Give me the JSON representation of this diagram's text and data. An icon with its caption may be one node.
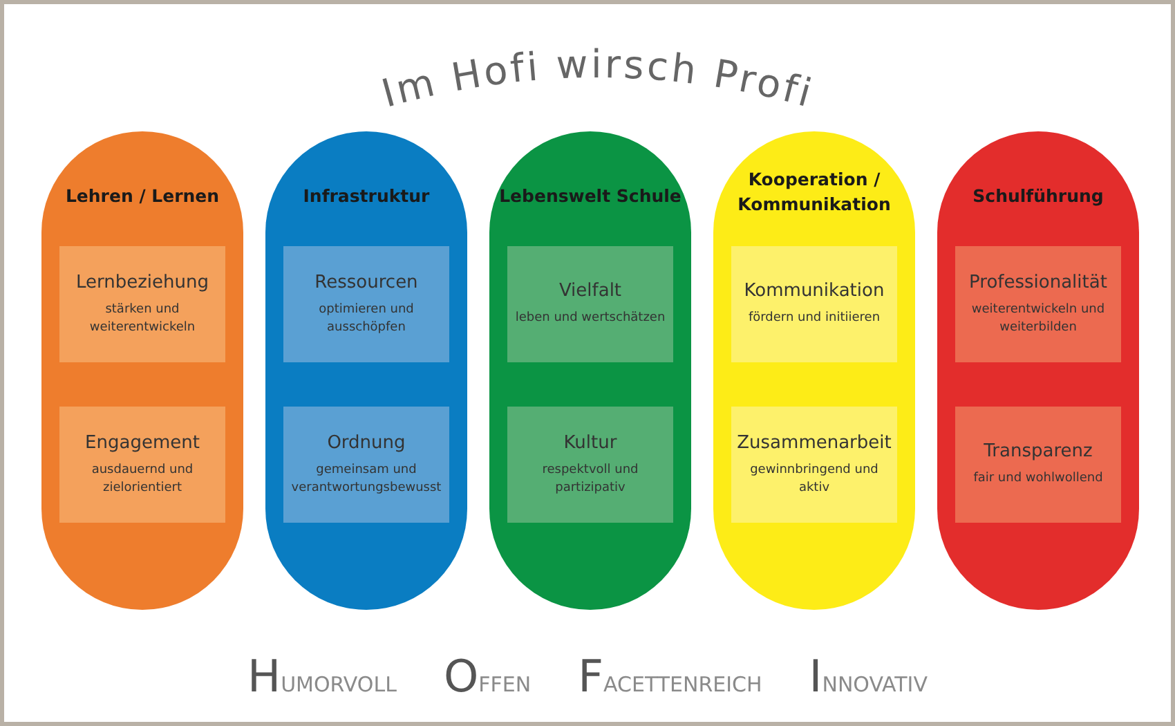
{
  "diagram": {
    "title": "Im Hofi wirsch Profi",
    "nodes": [
      {
        "text": [
          "Lehren / Lernen"
        ]
      },
      {
        "text": [
          "Lernbeziehung",
          "stärken und weiterentwickeln"
        ],
        "in": 0
      },
      {
        "text": [
          "Engagement",
          "ausdauernd und zielorientiert"
        ],
        "in": 0
      },
      {
        "text": [
          "Infrastruktur"
        ]
      },
      {
        "text": [
          "Ressourcen",
          "optimieren und ausschöpfen"
        ],
        "in": 3
      },
      {
        "text": [
          "Ordnung",
          "gemeinsam und verantwortungsbewusst"
        ],
        "in": 3
      },
      {
        "text": [
          "Lebenswelt Schule"
        ]
      },
      {
        "text": [
          "Vielfalt",
          "leben und wertschätzen"
        ],
        "in": 6
      },
      {
        "text": [
          "Kultur",
          "respektvoll und partizipativ"
        ],
        "in": 6
      },
      {
        "text": [
          "Kooperation / Kommunikation"
        ]
      },
      {
        "text": [
          "Kommunikation",
          "fördern und initiieren"
        ],
        "in": 9
      },
      {
        "text": [
          "Zusammenarbeit",
          "gewinnbringend und aktiv"
        ],
        "in": 9
      },
      {
        "text": [
          "Schulführung"
        ]
      },
      {
        "text": [
          "Professionalität",
          "weiterentwickeln und weiterbilden"
        ],
        "in": 12
      },
      {
        "text": [
          "Transparenz",
          "fair und wohlwollend"
        ],
        "in": 12
      }
    ],
    "labels": [
      "Humorvoll",
      "Offen",
      "Facettenreich",
      "Innovativ"
    ]
  }
}
